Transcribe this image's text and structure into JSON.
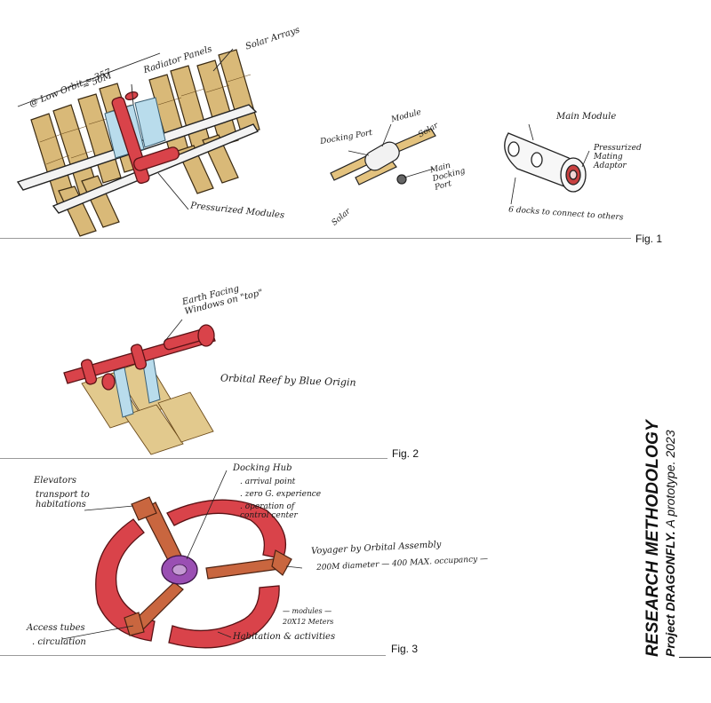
{
  "side_title": {
    "heading": "RESEARCH METHODOLOGY",
    "project": "Project DRAGONFLY.",
    "subtitle": "A prototype. 2023"
  },
  "fig1": {
    "label": "Fig. 1",
    "orbit_note": "@ Low Orbit ≈ 357",
    "orbit_size": "≈ 50M",
    "radiator": "Radiator Panels",
    "solar_arrays": "Solar Arrays",
    "pressurized_modules": "Pressurized Modules",
    "docking_port": "Docking Port",
    "module": "Module",
    "solar_top": "Solar",
    "main_docking_port": "Main Docking Port",
    "solar_bottom": "Solar",
    "main_module": "Main Module",
    "mating_adaptor": "Pressurized Mating Adaptor",
    "six_docks": "6 docks to connect to others"
  },
  "fig2": {
    "label": "Fig. 2",
    "windows": "Earth Facing Windows on \"top\"",
    "caption": "Orbital Reef by Blue Origin"
  },
  "fig3": {
    "label": "Fig. 3",
    "elevators": "Elevators",
    "elevators_sub": "transport to habitations",
    "docking_hub": "Docking Hub",
    "hub_1": ". arrival point",
    "hub_2": ". zero G. experience",
    "hub_3": ". operation of control center",
    "voyager": "Voyager by Orbital Assembly",
    "voyager_sub": "200M diameter — 400 MAX. occupancy —",
    "modules": "— modules —",
    "modules_sub": "20X12 Meters",
    "access": "Access tubes",
    "circulation": ". circulation",
    "habitation": "Habitation & activities"
  },
  "colors": {
    "module_red": "#d9434a",
    "solar_tan": "#d9b978",
    "radiator_blue": "#b9dcec",
    "dock_orange": "#c9663f",
    "hub_purple": "#9a4fb3"
  }
}
